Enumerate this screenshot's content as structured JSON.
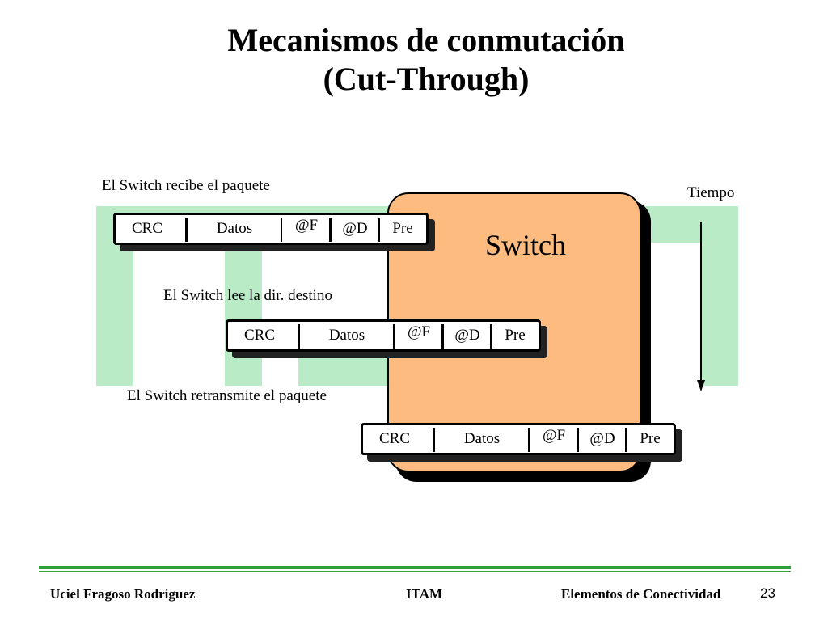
{
  "title": {
    "line1": "Mecanismos de conmutación",
    "line2": "(Cut-Through)"
  },
  "switch": {
    "label": "Switch"
  },
  "captions": {
    "receive": "El Switch recibe el paquete",
    "read": "El Switch lee la dir. destino",
    "forward": "El Switch retransmite el paquete"
  },
  "time_label": "Tiempo",
  "packet_fields": {
    "crc": "CRC",
    "datos": "Datos",
    "src": "@F",
    "dst": "@D",
    "pre": "Pre"
  },
  "footer": {
    "author": "Uciel Fragoso Rodríguez",
    "institution": "ITAM",
    "topic": "Elementos de Conectividad",
    "page": "23"
  },
  "colors": {
    "strip": "#b8ebc6",
    "switch_fill": "#fdbb80",
    "rule": "#2e9e3a"
  }
}
